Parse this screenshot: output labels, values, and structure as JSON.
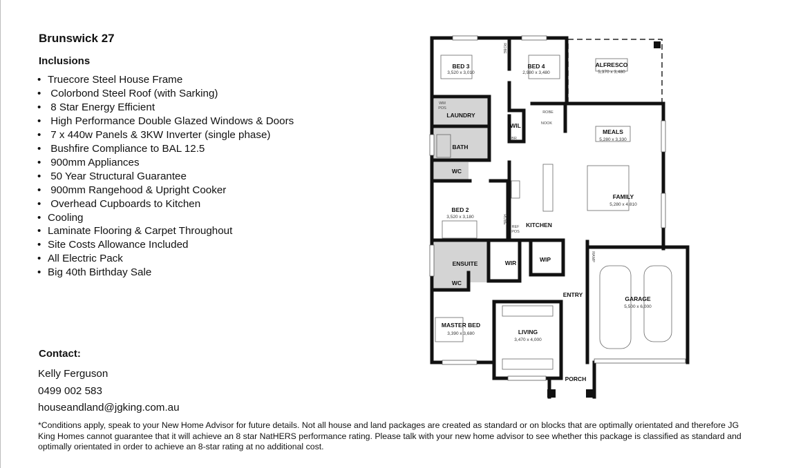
{
  "title": "Brunswick 27",
  "inclusions_heading": "Inclusions",
  "inclusions": [
    "Truecore Steel House Frame",
    " Colorbond Steel Roof (with Sarking)",
    " 8 Star Energy Efficient",
    " High Performance Double Glazed Windows & Doors",
    " 7 x 440w Panels & 3KW Inverter (single phase)",
    " Bushfire Compliance to BAL 12.5",
    " 900mm Appliances",
    " 50 Year Structural Guarantee",
    " 900mm Rangehood & Upright Cooker",
    " Overhead Cupboards to Kitchen",
    "Cooling",
    "Laminate Flooring & Carpet Throughout",
    "Site Costs Allowance Included",
    "All Electric Pack",
    "Big 40th Birthday Sale"
  ],
  "bullet": "•",
  "contact": {
    "heading": "Contact:",
    "name": "Kelly Ferguson",
    "phone": "0499 002 583",
    "email": "houseandland@jgking.com.au"
  },
  "disclaimer": "*Conditions apply, speak to your New Home Advisor for future details. Not all house and land packages are created as standard or on blocks that are optimally orientated and therefore JG King Homes cannot guarantee that it will achieve an 8 star NatHERS performance rating. Please talk with your new home advisor to see whether this package is classified as standard and optimally orientated in order to achieve an 8-star rating at no additional cost.",
  "floorplan": {
    "rooms": [
      {
        "name": "BED 3",
        "size": "3,520 x 3,010"
      },
      {
        "name": "BED 4",
        "size": "2,980 x 3,480"
      },
      {
        "name": "ALFRESCO",
        "size": "5,370 x 3,480"
      },
      {
        "name": "LAUNDRY"
      },
      {
        "name": "BATH"
      },
      {
        "name": "WC"
      },
      {
        "name": "MEALS",
        "size": "5,280 x 3,330"
      },
      {
        "name": "FAMILY",
        "size": "5,280 x 4,810"
      },
      {
        "name": "BED 2",
        "size": "3,520 x 3,180"
      },
      {
        "name": "KITCHEN"
      },
      {
        "name": "ENSUITE"
      },
      {
        "name": "WIR"
      },
      {
        "name": "WIP"
      },
      {
        "name": "WC"
      },
      {
        "name": "ENTRY"
      },
      {
        "name": "GARAGE",
        "size": "5,500 x 6,000"
      },
      {
        "name": "MASTER BED",
        "size": "3,390 x 3,680"
      },
      {
        "name": "LIVING",
        "size": "3,470 x 4,000"
      },
      {
        "name": "PORCH"
      },
      {
        "name": "WIL"
      }
    ],
    "small_labels": {
      "robe": "ROBE",
      "nook": "NOOK",
      "br": "BR",
      "wm": "WM",
      "pos": "POS",
      "ref": "REF",
      "ramp": "RAMP"
    }
  }
}
